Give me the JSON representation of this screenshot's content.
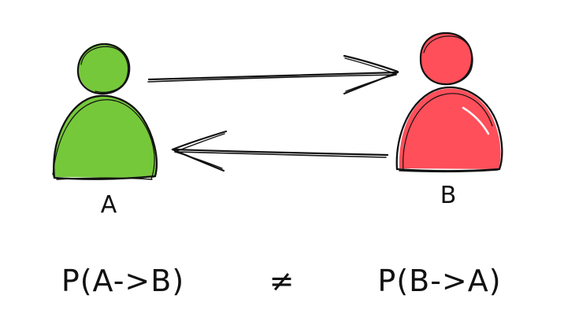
{
  "persons": [
    {
      "id": "A",
      "label": "A",
      "color": "#76c83b",
      "edge_color": "#111111"
    },
    {
      "id": "B",
      "label": "B",
      "color": "#ff4f5a",
      "edge_color": "#111111"
    }
  ],
  "arrows": [
    {
      "from": "A",
      "to": "B"
    },
    {
      "from": "B",
      "to": "A"
    }
  ],
  "formula": {
    "left": "P(A->B)",
    "operator": "≠",
    "right": "P(B->A)"
  },
  "colors": {
    "background": "#ffffff",
    "ink": "#111111",
    "highlight": "#ffffff"
  }
}
